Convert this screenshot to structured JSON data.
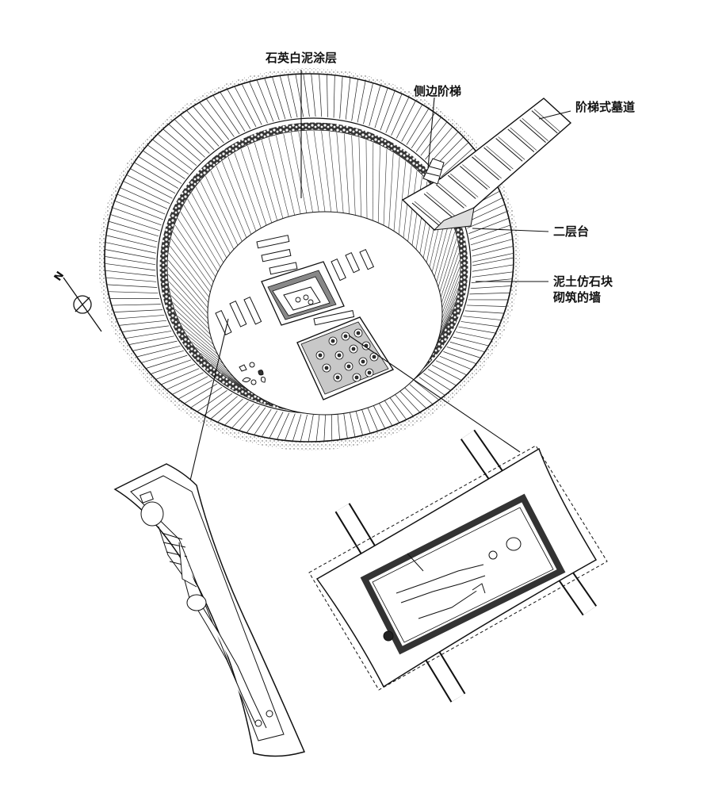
{
  "labels": {
    "quartz_layer": "石英白泥涂层",
    "side_stairs": "侧边阶梯",
    "stepped_passage": "阶梯式墓道",
    "second_tier": "二层台",
    "wall_line1": "泥土仿石块",
    "wall_line2": "砌筑的墙"
  },
  "compass": {
    "letter": "N"
  },
  "colors": {
    "ink": "#111111",
    "stone": "#cfcfcf",
    "paper": "#ffffff"
  }
}
